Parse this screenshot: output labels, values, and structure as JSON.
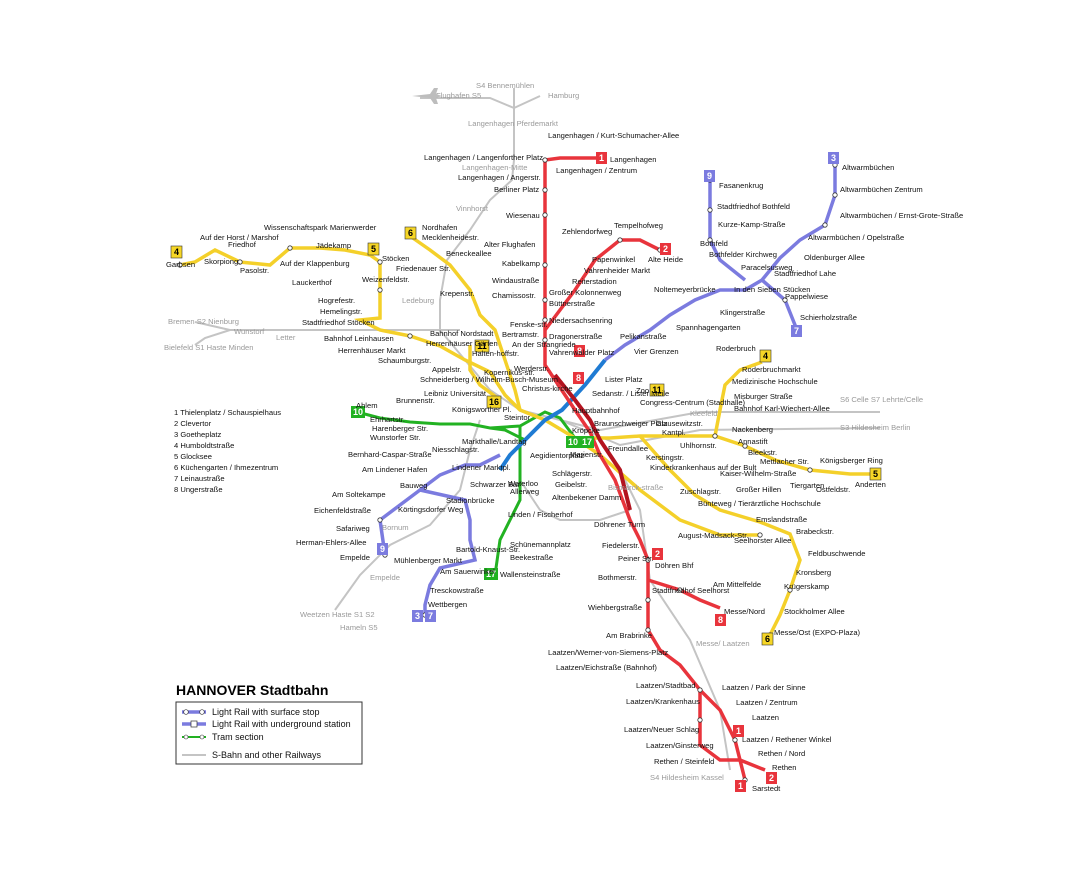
{
  "title": "HANNOVER Stadtbahn",
  "colors": {
    "red": "#e8343c",
    "darkred": "#b3131f",
    "yellow": "#f6d626",
    "purple": "#7b7bdf",
    "blue": "#1f7bd3",
    "green": "#21b222",
    "rail": "#bdbdbd",
    "green_lime": "#a7d51a"
  },
  "legend": {
    "surface": "Light Rail with surface stop",
    "underground": "Light Rail with underground station",
    "tram": "Tram section",
    "railway": "S-Bahn and other Railways"
  },
  "notes": [
    "1 Thielenplatz / Schauspielhaus",
    "2 Clevertor",
    "3 Goetheplatz",
    "4 Humboldtstraße",
    "5 Glocksee",
    "6 Küchengarten / Ihmezentrum",
    "7 Leinaustraße",
    "8 Ungerstraße"
  ],
  "badges": [
    {
      "label": "1",
      "kind": "red"
    },
    {
      "label": "2",
      "kind": "red"
    },
    {
      "label": "8",
      "kind": "red"
    },
    {
      "label": "2",
      "kind": "red"
    },
    {
      "label": "8",
      "kind": "red"
    },
    {
      "label": "1",
      "kind": "red"
    },
    {
      "label": "2",
      "kind": "red"
    },
    {
      "label": "1",
      "kind": "red"
    },
    {
      "label": "8",
      "kind": "red"
    },
    {
      "label": "3",
      "kind": "purple"
    },
    {
      "label": "9",
      "kind": "purple"
    },
    {
      "label": "7",
      "kind": "purple"
    },
    {
      "label": "9",
      "kind": "purple"
    },
    {
      "label": "3",
      "kind": "purple"
    },
    {
      "label": "7",
      "kind": "purple"
    },
    {
      "label": "4",
      "kind": "yellow"
    },
    {
      "label": "5",
      "kind": "yellow"
    },
    {
      "label": "6",
      "kind": "yellow"
    },
    {
      "label": "11",
      "kind": "yellow"
    },
    {
      "label": "16",
      "kind": "yellow"
    },
    {
      "label": "4",
      "kind": "yellow"
    },
    {
      "label": "11",
      "kind": "yellow"
    },
    {
      "label": "5",
      "kind": "yellow"
    },
    {
      "label": "6",
      "kind": "yellow"
    },
    {
      "label": "10",
      "kind": "green"
    },
    {
      "label": "10",
      "kind": "green"
    },
    {
      "label": "17",
      "kind": "green"
    },
    {
      "label": "17",
      "kind": "green"
    }
  ],
  "stations": [
    "Langenhagen / Kurt-Schumacher-Allee",
    "Langenhagen",
    "Langenhagen / Langenforther Platz",
    "Langenhagen / Zentrum",
    "Langenhagen / Angerstr.",
    "Berliner Platz",
    "Wiesenau",
    "Tempelhofweg",
    "Zehlendorfweg",
    "Alte Heide",
    "Papenwinkel",
    "Vahrenheider Markt",
    "Reiterstadion",
    "Großer Kolonnenweg",
    "Alter Flughafen",
    "Kabelkamp",
    "Windaustraße",
    "Chamissostr.",
    "Büttnerstraße",
    "Niedersachsenring",
    "Dragonerstraße",
    "Fenske-str.",
    "Bertramstr.",
    "An der Strangriede",
    "Vahrenwalder Platz",
    "Werderstr.",
    "Sedanstr. / Lister Meile",
    "Lister Platz",
    "Vier Grenzen",
    "Pelikanstraße",
    "Spannhagengarten",
    "Noltemeyerbrücke",
    "Klingerstraße",
    "In den Sieben Stücken",
    "Paracelsusweg",
    "Fasanenkrug",
    "Stadtfriedhof Bothfeld",
    "Kurze-Kamp-Straße",
    "Bothfeld",
    "Bothfelder Kirchweg",
    "Stadtfriedhof Lahe",
    "Pappelwiese",
    "Schierholzstraße",
    "Altwarmbüchen",
    "Altwarmbüchen Zentrum",
    "Altwarmbüchen / Ernst-Grote-Straße",
    "Altwarmbüchen / Opelstraße",
    "Oldenburger Allee",
    "Nordhafen",
    "Mecklenheidestr.",
    "Beneckeallee",
    "Friedenauer Str.",
    "Krepenstr.",
    "Stöcken",
    "Weizenfeldstr.",
    "Wissenschaftspark Marienwerder",
    "Jädekamp",
    "Auf der Horst / Marshof",
    "Friedhof",
    "Garbsen",
    "Skorpiong.",
    "Pasolstr.",
    "Auf der Klappenburg",
    "Lauckerthof",
    "Hogrefestr.",
    "Hemelingstr.",
    "Stadtfriedhof Stöcken",
    "Bahnhof Leinhausen",
    "Herrenhäuser Markt",
    "Schaumburgstr.",
    "Bahnhof Nordstadt",
    "Herrenhäuser Gärten",
    "Appelstr.",
    "Schneiderberg / Wilhelm-Busch-Museum",
    "Leibniz Universität",
    "Königsworther Pl.",
    "Halten-hoffstr.",
    "Kopernikus-str.",
    "Christus-kirche",
    "Steintor",
    "Hauptbahnhof",
    "Kröpcke",
    "Aegidientorplatz",
    "Marienstr.",
    "Schlägerstr.",
    "Geibelstr.",
    "Altenbekener Damm",
    "Döhrener Turm",
    "Fiedelerstr.",
    "Peiner Str.",
    "Döhren Bhf",
    "Bothmerstr.",
    "Wiehbergstraße",
    "Stadtfriedhof Seelhorst",
    "Am Mittelfelde",
    "Messe/Nord",
    "Am Brabrinke",
    "Laatzen/Werner-von-Siemens-Platz",
    "Laatzen/Eichstraße (Bahnhof)",
    "Laatzen/Stadtbad",
    "Laatzen/Krankenhaus",
    "Laatzen/Neuer Schlag",
    "Laatzen/Ginsterweg",
    "Rethen / Steinfeld",
    "Laatzen / Park der Sinne",
    "Laatzen / Zentrum",
    "Laatzen",
    "Laatzen / Rethener Winkel",
    "Rethen / Nord",
    "Rethen",
    "Sarstedt",
    "Zoo",
    "Congress-Centrum (Stadthalle)",
    "Braunschweiger Platz",
    "Clausewitzstr.",
    "Kantpl.",
    "Uhlhornstr.",
    "Nackenberg",
    "Annastift",
    "Bleekstr.",
    "Mettlacher Str.",
    "Königsberger Ring",
    "Anderten",
    "Ostfeldstr.",
    "Tiergarten",
    "Großer Hillen",
    "Kaiser-Wilhelm-Straße",
    "Kerstingstr.",
    "Kinderkrankenhaus auf der Bult",
    "Freundallee",
    "Roderbruch",
    "Roderbruchmarkt",
    "Medizinische Hochschule",
    "Misburger Straße",
    "Bahnhof Karl-Wiechert-Allee",
    "Zuschlagstr.",
    "Bünteweg / Tierärztliche Hochschule",
    "August-Madsack-Str.",
    "Seelhorster Allee",
    "Emslandstraße",
    "Brabeckstr.",
    "Feldbuschwende",
    "Kronsberg",
    "Krügerskamp",
    "Stockholmer Allee",
    "Messe/Ost (EXPO-Plaza)",
    "Ahlem",
    "Ehrhartstr.",
    "Brunnenstr.",
    "Harenberger Str.",
    "Wunstorfer Str.",
    "Markthalle/Landtag",
    "Bernhard-Caspar-Straße",
    "Niesschlagstr.",
    "Am Lindener Hafen",
    "Lindener Marktpl.",
    "Schwarzer Bär",
    "Waterloo",
    "Allerweg",
    "Stadionbrücke",
    "Bauweg",
    "Am Soltekampe",
    "Körtingsdorfer Weg",
    "Eichenfeldstraße",
    "Safariweg",
    "Herman-Ehlers-Allee",
    "Empelde",
    "Linden / Fischerhof",
    "Schünemannplatz",
    "Beekestraße",
    "Wallensteinstraße",
    "Bartold-Knaust-Str.",
    "Mühlenberger Markt",
    "Am Sauerwinkel",
    "Tresckowstraße",
    "Wettbergen"
  ],
  "rail_labels": [
    "S4 Bennemühlen",
    "Flughafen S5",
    "Hamburg",
    "Langenhagen Pferdemarkt",
    "Langenhagen-Mitte",
    "Vinnhorst",
    "Ledeburg",
    "Bremen S2 Nienburg",
    "Wunstorf",
    "Bielefeld S1 Haste Minden",
    "Letter",
    "Bornum",
    "Empelde",
    "Weetzen Haste S1 S2",
    "Hameln S5",
    "S6 Celle S7 Lehrte/Celle",
    "S3 Hildesheim Berlin",
    "Kleefeld",
    "Bismarck-straße",
    "Messe/ Laatzen",
    "S4 Hildesheim Kassel"
  ]
}
